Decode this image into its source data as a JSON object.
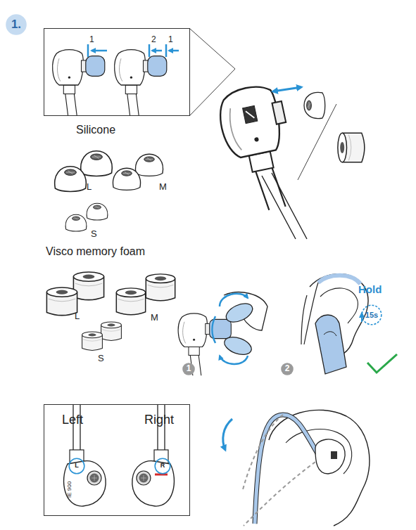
{
  "diagram": {
    "nodes": [
      {
        "text": [
          "1."
        ]
      },
      {
        "text": [
          "1",
          "2",
          "1"
        ]
      },
      {
        "text": [
          "15s"
        ]
      },
      {
        "text": [
          "1"
        ]
      },
      {
        "text": [
          "2"
        ]
      },
      {
        "text": [
          "Left",
          "Right"
        ]
      },
      {
        "text": [
          "L"
        ],
        "in": 5
      },
      {
        "text": [
          "R"
        ],
        "in": 5
      }
    ],
    "labels": [
      "Silicone",
      "L",
      "M",
      "S",
      "Visco memory foam",
      "L",
      "M",
      "S",
      "Hold",
      "IE 900"
    ]
  }
}
